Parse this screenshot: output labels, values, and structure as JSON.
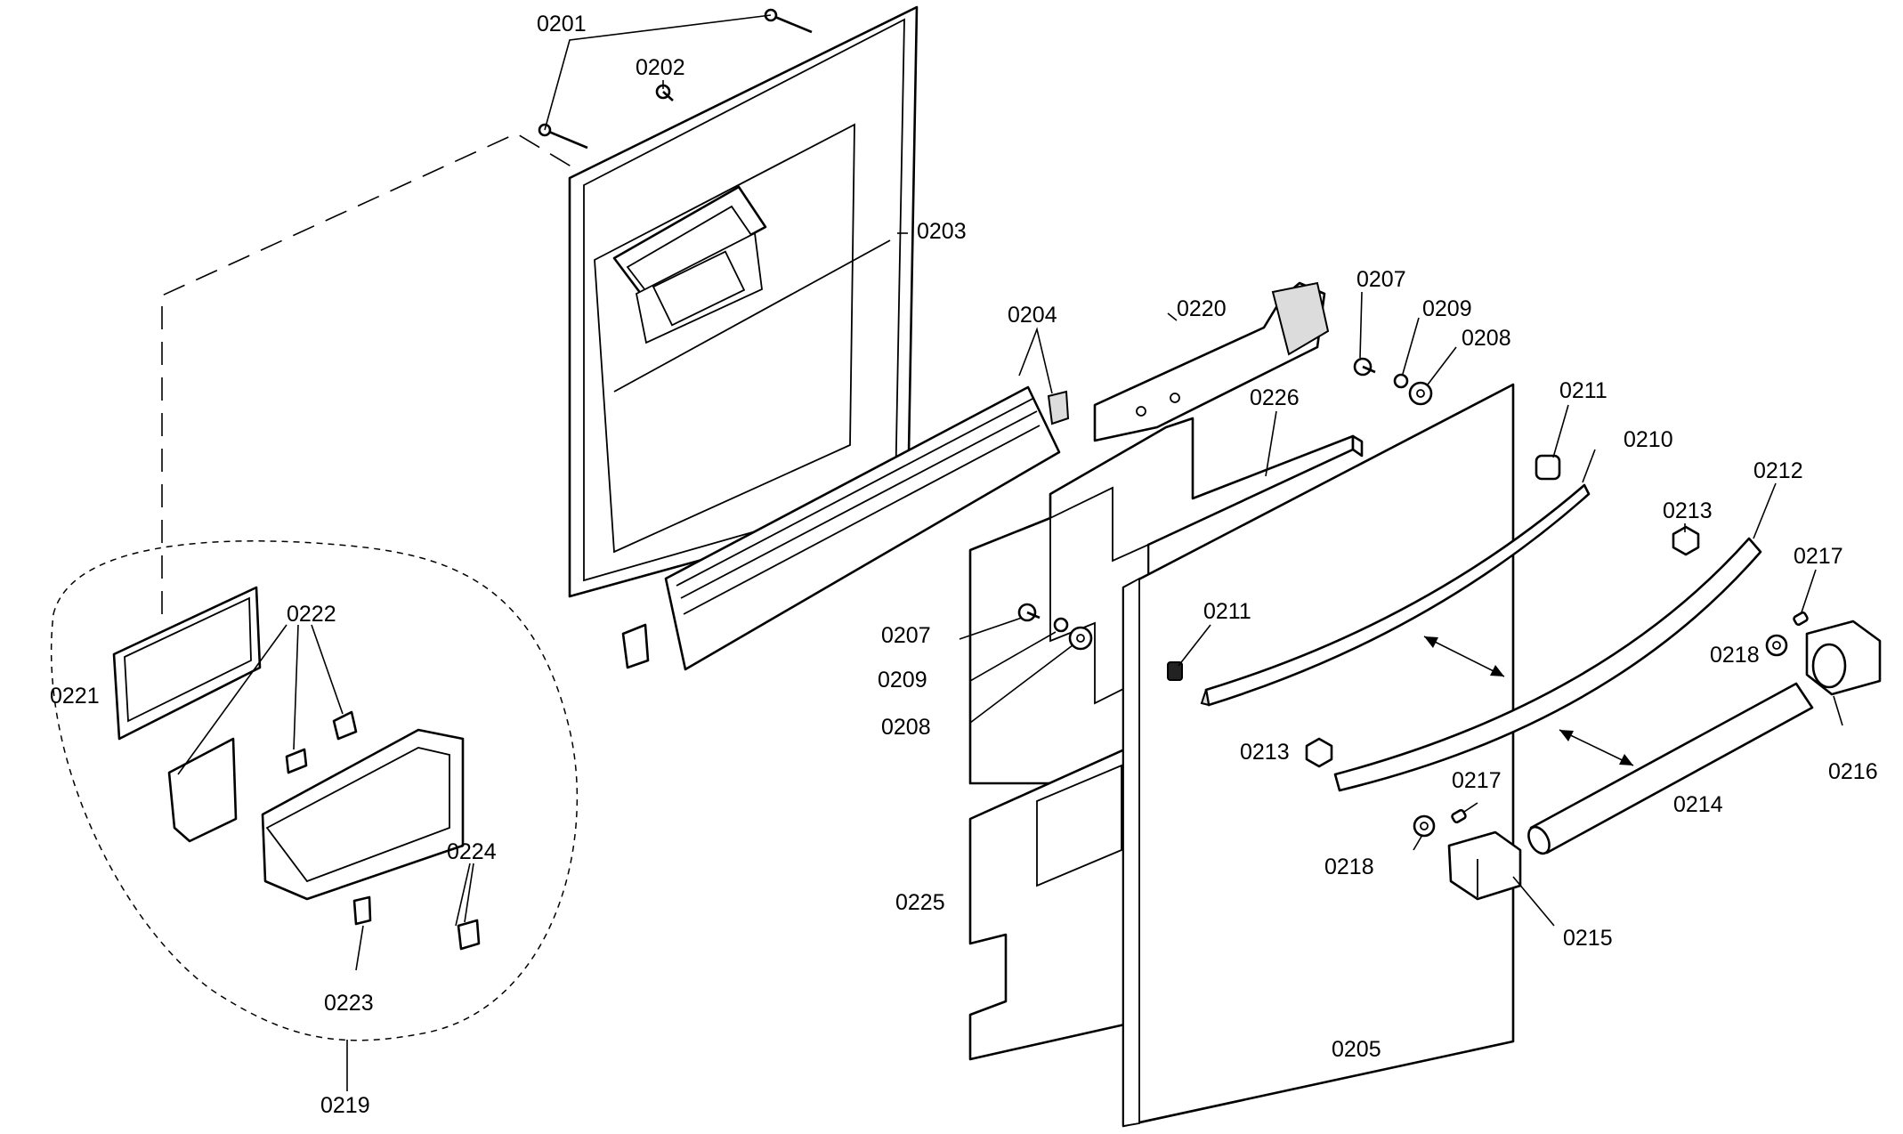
{
  "diagram": {
    "labels": {
      "l0201": "0201",
      "l0202": "0202",
      "l0203": "0203",
      "l0204": "0204",
      "l0205": "0205",
      "l0207a": "0207",
      "l0207b": "0207",
      "l0208a": "0208",
      "l0208b": "0208",
      "l0209a": "0209",
      "l0209b": "0209",
      "l0210": "0210",
      "l0211a": "0211",
      "l0211b": "0211",
      "l0212": "0212",
      "l0213a": "0213",
      "l0213b": "0213",
      "l0214": "0214",
      "l0215": "0215",
      "l0216": "0216",
      "l0217a": "0217",
      "l0217b": "0217",
      "l0218a": "0218",
      "l0218b": "0218",
      "l0219": "0219",
      "l0220": "0220",
      "l0221": "0221",
      "l0222": "0222",
      "l0223": "0223",
      "l0224": "0224",
      "l0225": "0225",
      "l0226": "0226"
    }
  }
}
